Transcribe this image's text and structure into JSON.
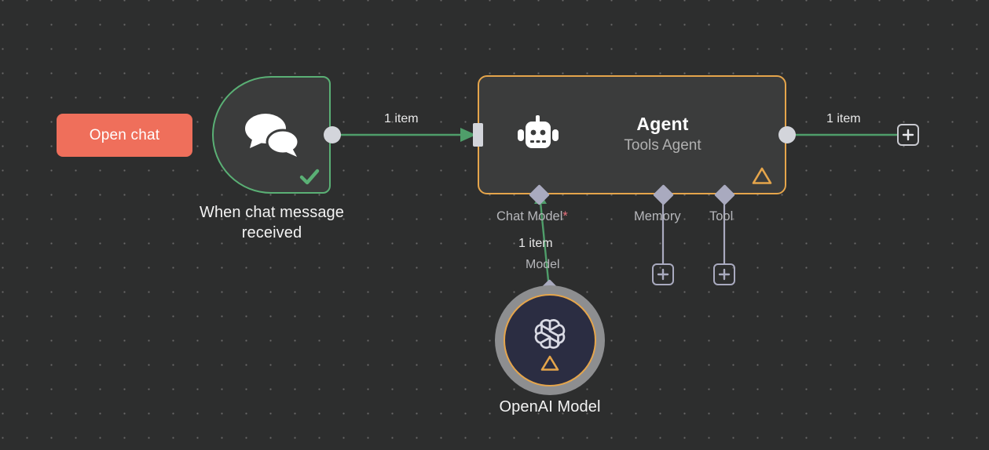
{
  "canvas": {
    "background_color": "#2d2e2e",
    "grid_dot_color": "#6a6a6a"
  },
  "buttons": {
    "open_chat": {
      "label": "Open chat",
      "color": "#ef6f5b"
    }
  },
  "nodes": [
    {
      "id": "chat-trigger",
      "caption": "When chat message received",
      "icon": "chat-bubbles-icon",
      "status": "success",
      "status_icon": "check-icon",
      "border_color": "#5ab075"
    },
    {
      "id": "agent",
      "title": "Agent",
      "subtitle": "Tools Agent",
      "icon": "robot-icon",
      "status_icon": "warning-triangle-icon",
      "border_color": "#e5a54b"
    },
    {
      "id": "openai-model",
      "caption": "OpenAI Model",
      "icon": "openai-logo-icon",
      "status_icon": "warning-triangle-icon",
      "border_color": "#e5a54b"
    }
  ],
  "ports": {
    "chat_model": {
      "label": "Chat Model",
      "required_marker": "*"
    },
    "memory": {
      "label": "Memory"
    },
    "tool": {
      "label": "Tool"
    }
  },
  "edges": [
    {
      "id": "trigger-to-agent",
      "label": "1 item",
      "color": "#4f9e6a"
    },
    {
      "id": "agent-to-next",
      "label": "1 item",
      "color": "#4f9e6a"
    },
    {
      "id": "model-to-agent",
      "label": "1 item",
      "sublabel": "Model",
      "color": "#4f9e6a"
    }
  ],
  "add_buttons": {
    "main_output": {
      "icon": "plus-icon"
    },
    "memory": {
      "icon": "plus-icon"
    },
    "tool": {
      "icon": "plus-icon"
    }
  }
}
